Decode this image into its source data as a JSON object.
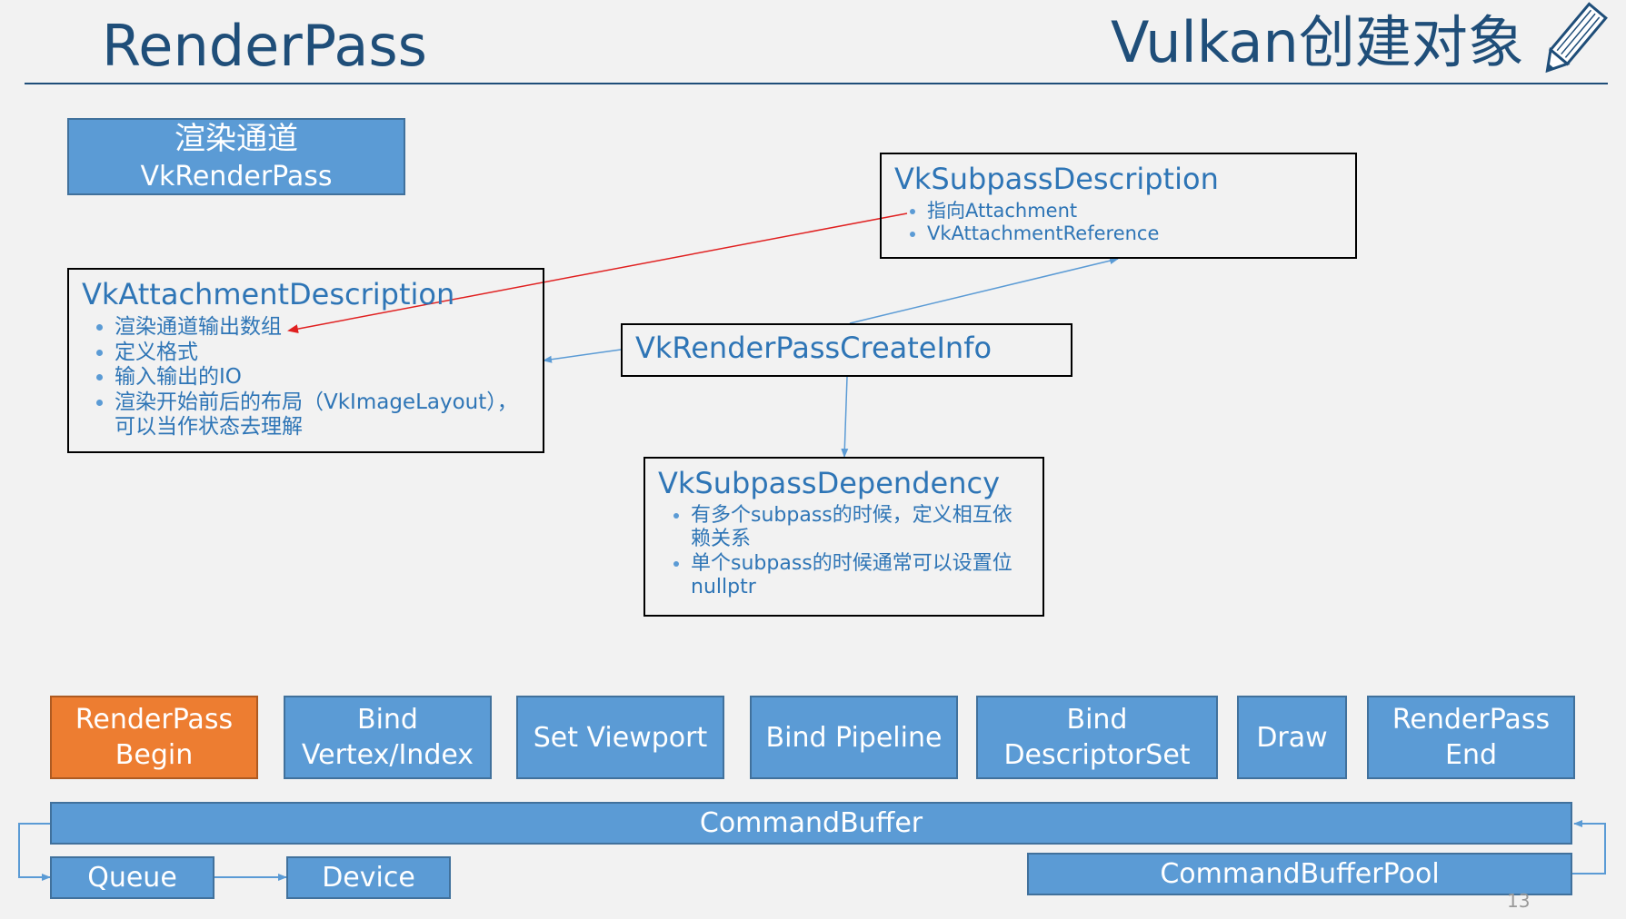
{
  "header": {
    "title": "RenderPass",
    "right_title": "Vulkan创建对象"
  },
  "diagram": {
    "render_pass": {
      "line1": "渲染通道",
      "line2": "VkRenderPass"
    },
    "attachment_desc": {
      "title": "VkAttachmentDescription",
      "bullets": [
        "渲染通道输出数组",
        "定义格式",
        "输入输出的IO",
        "渲染开始前后的布局（VkImageLayout），可以当作状态去理解"
      ]
    },
    "subpass_desc": {
      "title": "VkSubpassDescription",
      "bullets": [
        "指向Attachment",
        "VkAttachmentReference"
      ]
    },
    "create_info": {
      "title": "VkRenderPassCreateInfo"
    },
    "subpass_dep": {
      "title": "VkSubpassDependency",
      "bullets": [
        "有多个subpass的时候，定义相互依赖关系",
        "单个subpass的时候通常可以设置位nullptr"
      ]
    }
  },
  "pipeline": {
    "steps": [
      {
        "line1": "RenderPass",
        "line2": "Begin"
      },
      {
        "line1": "Bind",
        "line2": "Vertex/Index"
      },
      {
        "line1": "Set Viewport",
        "line2": ""
      },
      {
        "line1": "Bind Pipeline",
        "line2": ""
      },
      {
        "line1": "Bind",
        "line2": "DescriptorSet"
      },
      {
        "line1": "Draw",
        "line2": ""
      },
      {
        "line1": "RenderPass",
        "line2": "End"
      }
    ],
    "command_buffer": "CommandBuffer",
    "queue": "Queue",
    "device": "Device",
    "command_buffer_pool": "CommandBufferPool"
  },
  "page_number": "13",
  "colors": {
    "accent_blue": "#5b9bd5",
    "highlight_orange": "#ed7d31",
    "title_navy": "#1f4e79",
    "red_arrow": "#e02020"
  }
}
